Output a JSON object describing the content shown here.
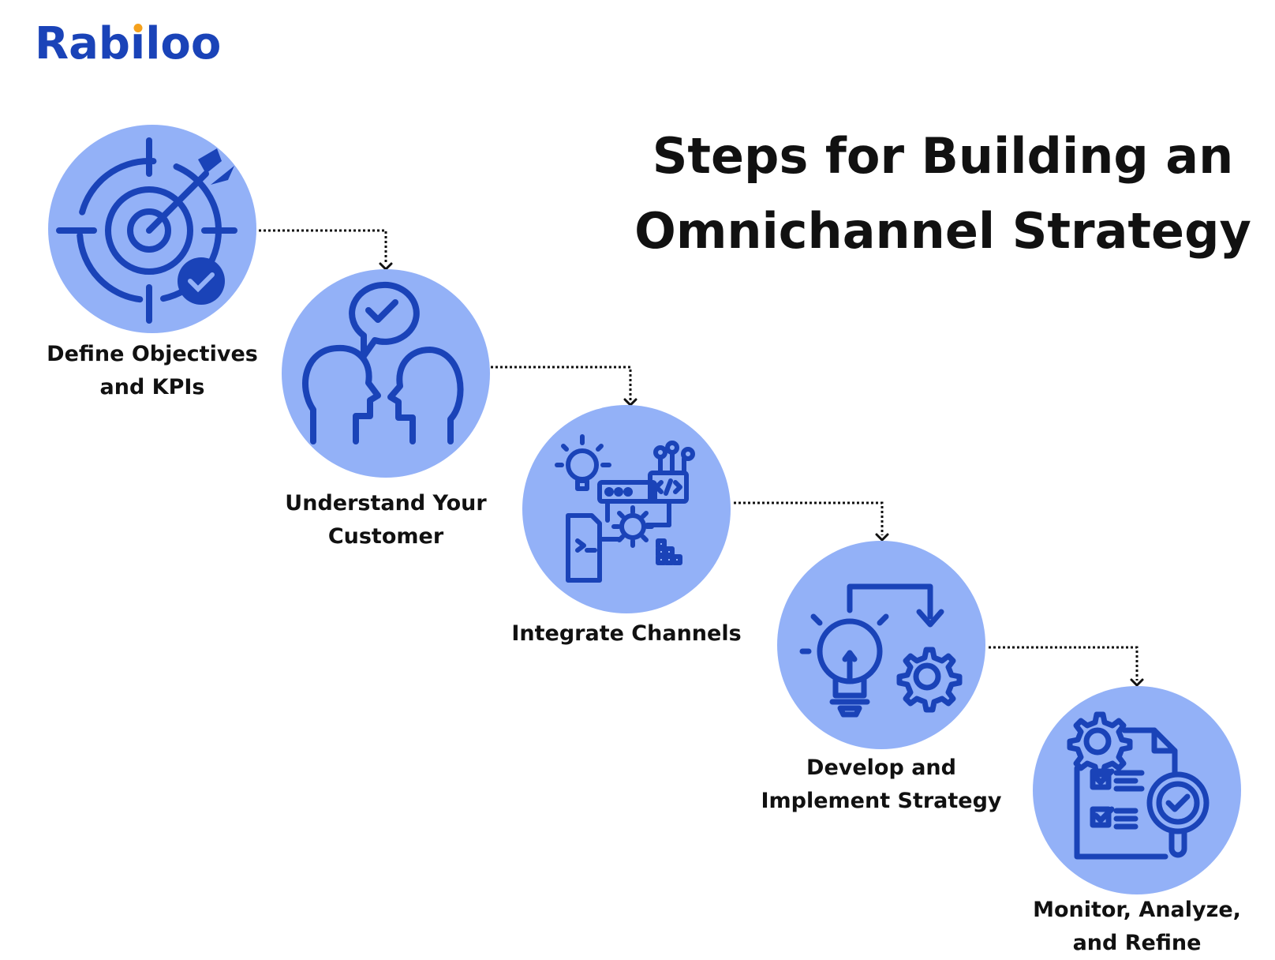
{
  "logo": {
    "prefix": "Rab",
    "dotless_i": "ı",
    "suffix": "loo"
  },
  "title": {
    "line1": "Steps for Building an",
    "line2": "Omnichannel Strategy"
  },
  "colors": {
    "circle": "#93b1f7",
    "icon": "#1a43b8",
    "logo": "#1a43b8",
    "logo_dot": "#f5a11c",
    "text": "#111111"
  },
  "steps": [
    {
      "icon": "target-icon",
      "label_line1": "Define Objectives",
      "label_line2": "and KPIs"
    },
    {
      "icon": "customer-chat-icon",
      "label_line1": "Understand Your",
      "label_line2": "Customer"
    },
    {
      "icon": "integration-icon",
      "label_line1": "Integrate Channels",
      "label_line2": ""
    },
    {
      "icon": "idea-gear-icon",
      "label_line1": "Develop and",
      "label_line2": "Implement Strategy"
    },
    {
      "icon": "monitor-report-icon",
      "label_line1": "Monitor, Analyze,",
      "label_line2": "and Refine"
    }
  ]
}
